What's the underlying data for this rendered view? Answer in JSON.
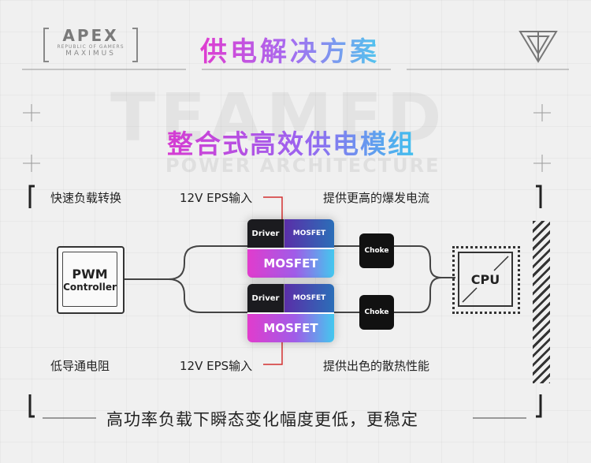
{
  "header": {
    "logo_line1": "APEX",
    "logo_line2": "REPUBLIC OF GAMERS",
    "logo_line3": "MAXIMUS",
    "title": "供电解决方案",
    "emblem_icon": "rog-triangle-emblem-icon"
  },
  "section": {
    "title": "整合式高效供电模组",
    "bg_word_1": "TEAMED",
    "bg_word_2": "POWER ARCHITECTURE"
  },
  "features": {
    "top_left": "快速负载转换",
    "top_mid": "12V EPS输入",
    "top_right": "提供更高的爆发电流",
    "bottom_left": "低导通电阻",
    "bottom_mid": "12V EPS输入",
    "bottom_right": "提供出色的散热性能"
  },
  "diagram": {
    "pwm_line1": "PWM",
    "pwm_line2": "Controller",
    "stages": [
      {
        "driver": "Driver",
        "mosfet_small": "MOSFET",
        "mosfet_large": "MOSFET",
        "choke": "Choke"
      },
      {
        "driver": "Driver",
        "mosfet_small": "MOSFET",
        "mosfet_large": "MOSFET",
        "choke": "Choke"
      }
    ],
    "cpu": "CPU"
  },
  "footer": {
    "text": "高功率负载下瞬态变化幅度更低，更稳定"
  },
  "colors": {
    "gradient_start": "#e03cd0",
    "gradient_end": "#4fc6ee",
    "accent_red": "#d32f2f"
  }
}
